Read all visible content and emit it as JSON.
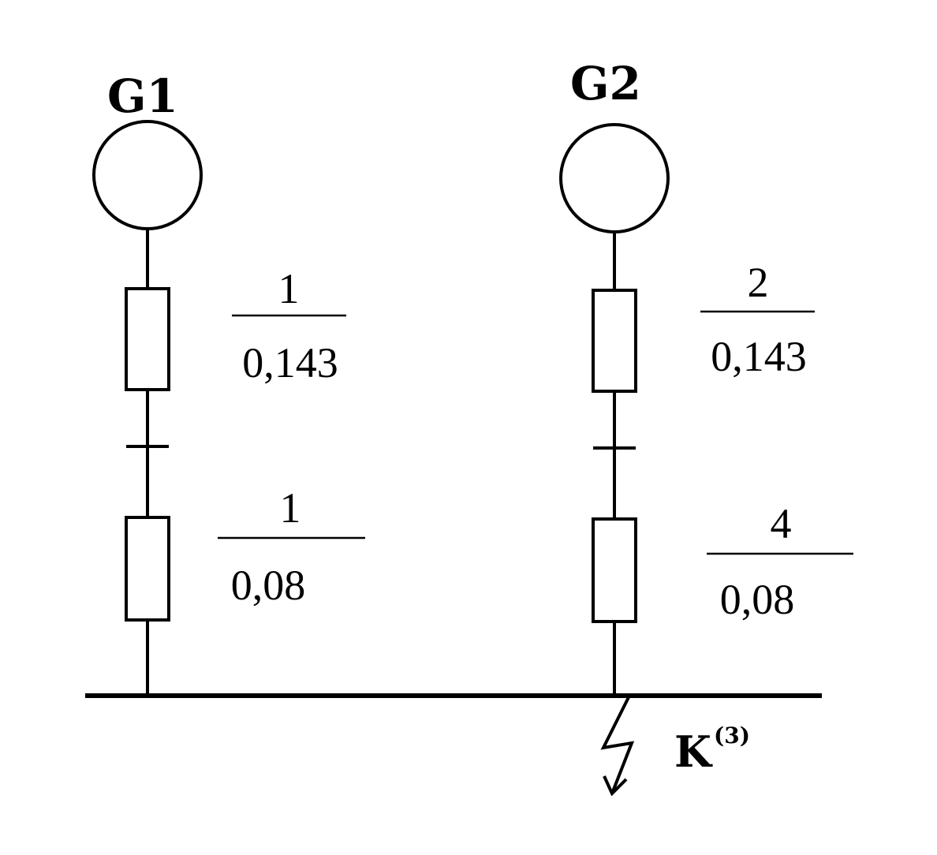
{
  "generators": [
    {
      "label": "G1"
    },
    {
      "label": "G2"
    }
  ],
  "branch1": {
    "upper": {
      "numerator": "1",
      "denominator": "0,143"
    },
    "lower": {
      "numerator": "1",
      "denominator": "0,08"
    }
  },
  "branch2": {
    "upper": {
      "numerator": "2",
      "denominator": "0,143"
    },
    "lower": {
      "numerator": "4",
      "denominator": "0,08"
    }
  },
  "fault": {
    "label": "K",
    "superscript": "(3)"
  }
}
